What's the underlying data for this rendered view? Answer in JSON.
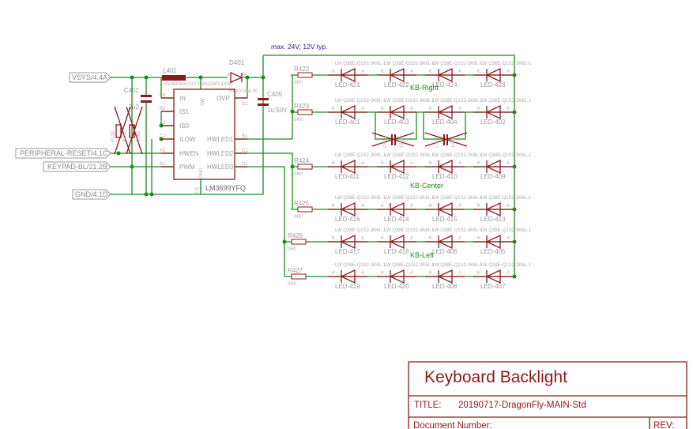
{
  "note": "max. 24V; 12V typ.",
  "netlabels": {
    "vsys": "VSYS/4.4A",
    "reset": "PERIPHERAL-RESET/4.1C",
    "keypad": "KEYPAD-BL/21.2B",
    "gnd": "GND/4.1D"
  },
  "ic": {
    "name": "LM3699YFQ",
    "pins_left": [
      "IN",
      "IS1",
      "IS0",
      "ILOW",
      "HWEN",
      "PWM"
    ],
    "pins_left_num": [
      "B3",
      "B2",
      "A2",
      "C2",
      "A3",
      "A1"
    ],
    "pins_right": [
      "OVP",
      "HWLED1",
      "HWLED2",
      "HWLED3"
    ],
    "pins_right_num": [
      "D2",
      "B1",
      "C1",
      "D1"
    ],
    "sw": "SW",
    "gnd": "GND",
    "c3": "C3"
  },
  "inductor": {
    "ref": "L401",
    "value": "10u;620mA;VLF302512MT-100M"
  },
  "diode": {
    "ref": "D401",
    "value": "RBX101M-30",
    "a": "A",
    "k": "K"
  },
  "caps": {
    "c401": {
      "ref": "C401",
      "value": "2u2"
    },
    "c405": {
      "ref": "C405",
      "value": "1u;50V"
    },
    "c403": {
      "ref": "C403",
      "value": "15pF"
    },
    "c402": {
      "ref": "C402",
      "value": "15pF"
    }
  },
  "dnp_resistors": {
    "r130": "R130",
    "r451": "R451",
    "c380": "C380"
  },
  "groups": {
    "right": "KB-Right",
    "center": "KB-Center",
    "left": "KB-Left"
  },
  "led_part": "LW Q38E-Q1S2-3K6L-1",
  "rows": [
    {
      "res": "R422",
      "val": "0R0",
      "leds": [
        "LED-421",
        "LED-422",
        "LED-424",
        "LED-423"
      ]
    },
    {
      "res": "R423",
      "val": "0R0",
      "leds": [
        "LED-401",
        "LED-403",
        "LED-404",
        "LED-402"
      ]
    },
    {
      "res": "R424",
      "val": "0R0",
      "leds": [
        "LED-411",
        "LED-412",
        "LED-410",
        "LED-409"
      ]
    },
    {
      "res": "R425",
      "val": "0R0",
      "leds": [
        "LED-416",
        "LED-414",
        "LED-415",
        "LED-413"
      ]
    },
    {
      "res": "R426",
      "val": "0R0",
      "leds": [
        "LED-417",
        "LED-418",
        "LED-406",
        "LED-405"
      ]
    },
    {
      "res": "R427",
      "val": "0R0",
      "leds": [
        "LED-419",
        "LED-420",
        "LED-408",
        "LED-407"
      ]
    }
  ],
  "titleblock": {
    "heading": "Keyboard Backlight",
    "title_label": "TITLE:",
    "title_value": "20190717-DragonFly-MAIN-Std",
    "docnum_label": "Document Number:",
    "rev_label": "REV:"
  }
}
